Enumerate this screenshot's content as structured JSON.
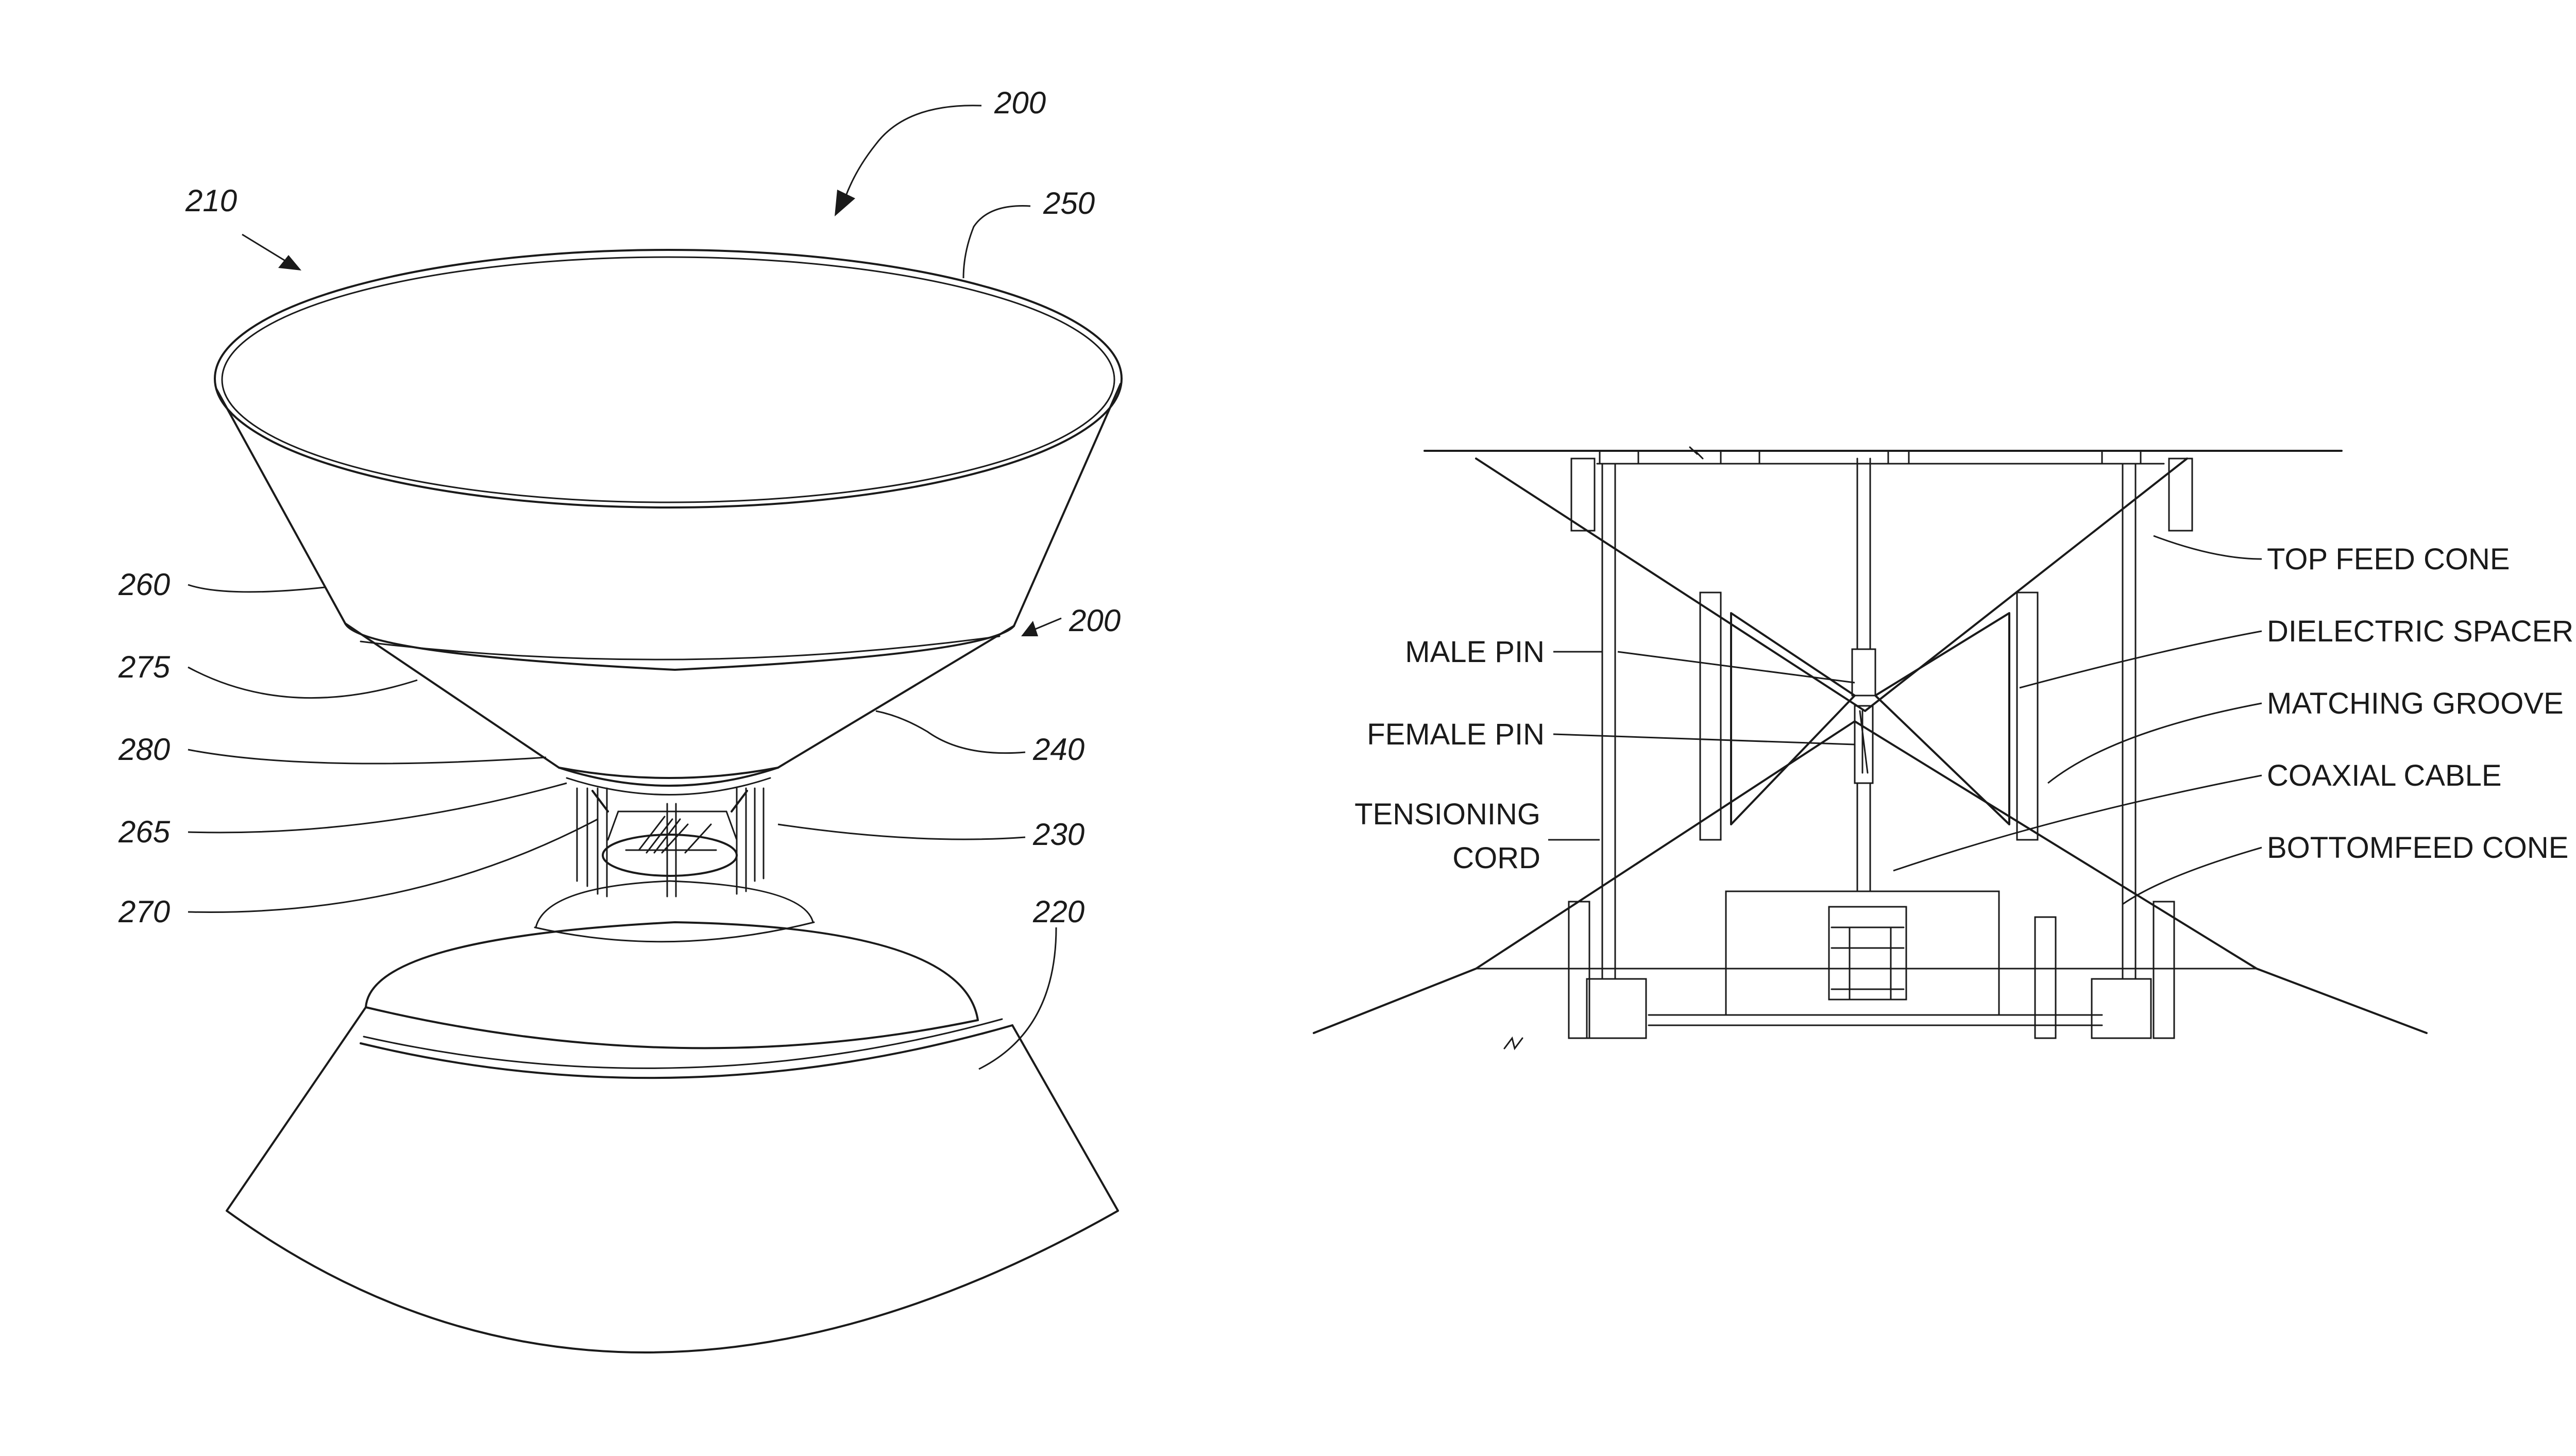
{
  "figure_left": {
    "reference_numerals": {
      "assembly_top": "200",
      "assembly_side": "200",
      "antenna": "210",
      "bottom_cone": "220",
      "support_rods": "230",
      "transition_ring": "240",
      "top_rim": "250",
      "top_cone": "260",
      "feed_base": "265",
      "feed_pins": "270",
      "groove_band": "275",
      "neck_ring": "280"
    }
  },
  "figure_right": {
    "labels": {
      "top_feed_cone": "TOP FEED CONE",
      "dielectric_spacer": "DIELECTRIC SPACER",
      "matching_groove": "MATCHING GROOVE",
      "coaxial_cable": "COAXIAL CABLE",
      "bottom_feed_cone": "BOTTOMFEED CONE",
      "male_pin": "MALE PIN",
      "female_pin": "FEMALE PIN",
      "tensioning_line1": "TENSIONING",
      "tensioning_line2": "CORD"
    }
  }
}
